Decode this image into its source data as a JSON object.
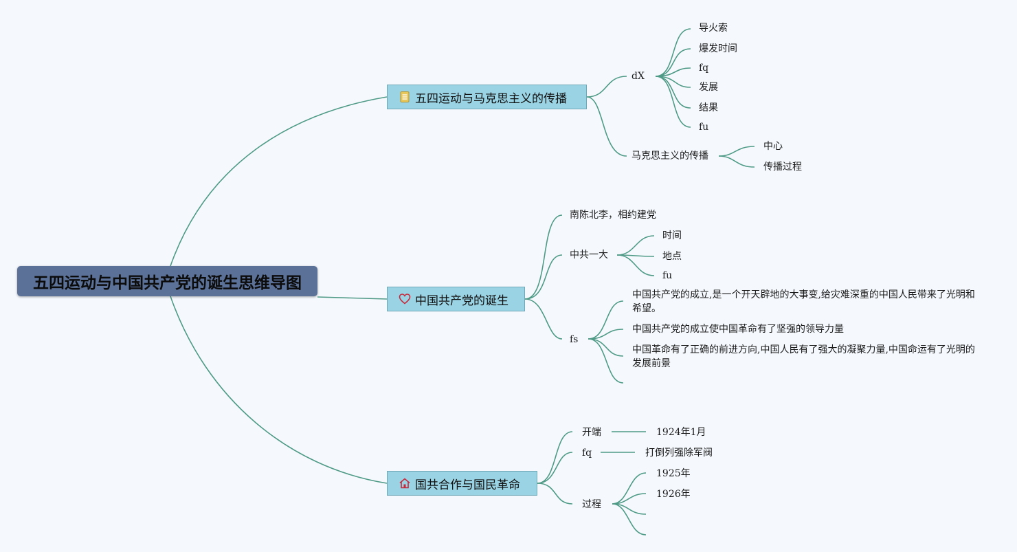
{
  "root": {
    "title": "五四运动与中国共产党的诞生思维导图"
  },
  "topics": {
    "t1": {
      "label": "五四运动与马克思主义的传播",
      "icon": "notebook-icon"
    },
    "t2": {
      "label": "中国共产党的诞生",
      "icon": "heart-icon"
    },
    "t3": {
      "label": "国共合作与国民革命",
      "icon": "house-icon"
    }
  },
  "nodes": {
    "dx": "dX",
    "dx_children": [
      "导火索",
      "爆发时间",
      "fq",
      "发展",
      "结果",
      "fu"
    ],
    "marx": "马克思主义的传播",
    "marx_children": [
      "中心",
      "传播过程"
    ],
    "nanchen": "南陈北李，相约建党",
    "congress": "中共一大",
    "congress_children": [
      "时间",
      "地点",
      "fu"
    ],
    "fs": "fs",
    "fs_children": [
      "中国共产党的成立,是一个开天辟地的大事变,给灾难深重的中国人民带来了光明和希望。",
      "中国共产党的成立使中国革命有了坚强的领导力量",
      "中国革命有了正确的前进方向,中国人民有了强大的凝聚力量,中国命运有了光明的发展前景"
    ],
    "kaiduan": "开端",
    "kaiduan_value": "1924年1月",
    "fq2": "fq",
    "fq2_value": "打倒列强除军阀",
    "process": "过程",
    "process_children": [
      "1925年",
      "1926年"
    ]
  },
  "colors": {
    "link": "#4f9a86",
    "root_bg": "#5b7198",
    "topic_bg": "#9ad3e3",
    "background": "#f5f9fe"
  }
}
